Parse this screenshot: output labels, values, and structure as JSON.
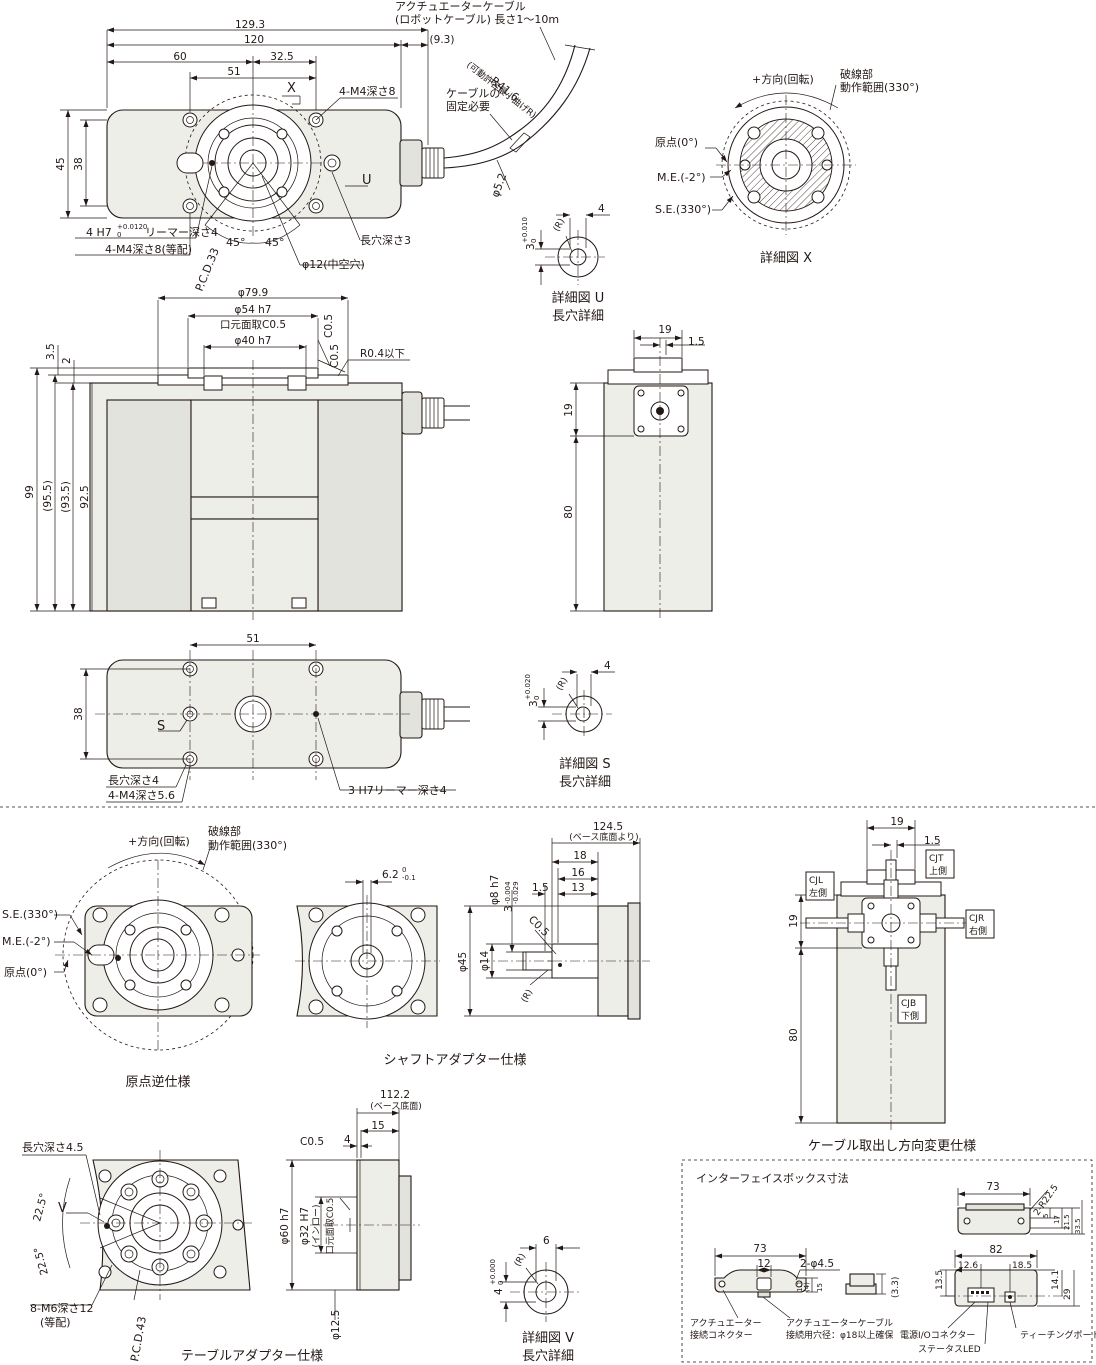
{
  "cable_note": {
    "line1": "アクチュエーターケーブル",
    "line2": "(ロボットケーブル) 長さ1～10m",
    "bend_radius": "R41.6",
    "bend_note": "(可動許容最小曲げR)",
    "fix_note_1": "ケーブルの",
    "fix_note_2": "固定必要",
    "dia": "φ5.2"
  },
  "top_view": {
    "dims": [
      "129.3",
      "120",
      "(9.3)",
      "60",
      "32.5",
      "51",
      "45",
      "38"
    ],
    "marker_x": "X",
    "marker_u": "U",
    "tap1": "4-M4深さ8",
    "reamer_prefix": "4 H7",
    "reamer_tol_upper": "+0.0120",
    "reamer_tol_lower": "0",
    "reamer_suffix": "リーマー深さ4",
    "tap2": "4-M4深さ8(等配)",
    "pcd": "P.C.D.33",
    "angle1": "45°",
    "angle2": "45°",
    "bore": "φ12(中空穴)",
    "slot": "長穴深さ3"
  },
  "detail_u": {
    "tol_base": "3",
    "tol_upper": "+0.010",
    "tol_lower": "0",
    "width": "4",
    "r": "(R)",
    "title": "詳細図 U",
    "subtitle": "長穴詳細"
  },
  "detail_x": {
    "dir": "+方向(回転)",
    "stopper_1": "破線部",
    "stopper_2": "動作範囲(330°)",
    "origin": "原点(0°)",
    "me": "M.E.(-2°)",
    "se": "S.E.(330°)",
    "title": "詳細図 X"
  },
  "front_view": {
    "dims_top": [
      "φ79.9",
      "φ54 h7",
      "口元面取C0.5",
      "φ40 h7",
      "C0.5",
      "C0.5",
      "R0.4以下"
    ],
    "dims_left": [
      "3.5",
      "2",
      "99",
      "(95.5)",
      "(93.5)",
      "92.5"
    ]
  },
  "side_view": {
    "dims": [
      "19",
      "1.5",
      "19",
      "80"
    ]
  },
  "bottom_view": {
    "dims": [
      "51",
      "38"
    ],
    "marker_s": "S",
    "slot": "長穴深さ4",
    "tap": "4-M4深さ5.6",
    "reamer": "3 H7リーマー深さ4"
  },
  "detail_s": {
    "tol_base": "3",
    "tol_upper": "+0.020",
    "tol_lower": "0",
    "width": "4",
    "r": "(R)",
    "title": "詳細図 S",
    "subtitle": "長穴詳細"
  },
  "origin_reverse": {
    "dir": "+方向(回転)",
    "stopper_1": "破線部",
    "stopper_2": "動作範囲(330°)",
    "se": "S.E.(330°)",
    "me": "M.E.(-2°)",
    "origin": "原点(0°)",
    "title": "原点逆仕様"
  },
  "shaft_adapter": {
    "dim_62": "6.2",
    "dim_62_upper": "0",
    "dim_62_lower": "-0.1",
    "title": "シャフトアダプター仕様"
  },
  "shaft_side": {
    "dims": [
      "124.5",
      "(ベース底面より)",
      "18",
      "16",
      "1.5",
      "13"
    ],
    "phi8": "φ8 h7",
    "t3": "3",
    "t3_upper": "-0.004",
    "t3_lower": "-0.029",
    "c05": "C0.5",
    "phi45": "φ45",
    "phi14": "φ14",
    "r": "(R)"
  },
  "cable_dir": {
    "dims": [
      "19",
      "1.5",
      "19",
      "80"
    ],
    "cjt_1": "CJT",
    "cjt_2": "上側",
    "cjl_1": "CJL",
    "cjl_2": "左側",
    "cjr_1": "CJR",
    "cjr_2": "右側",
    "cjb_1": "CJB",
    "cjb_2": "下側",
    "title": "ケーブル取出し方向変更仕様"
  },
  "table_adapter": {
    "slot": "長穴深さ4.5",
    "marker_v": "V",
    "angle1": "22.5°",
    "angle2": "22.5°",
    "tap": "8-M6深さ12",
    "tap_note": "(等配)",
    "pcd": "P.C.D.43",
    "title": "テーブルアダプター仕様"
  },
  "table_side": {
    "dims": [
      "112.2",
      "(ベース底面)",
      "C0.5",
      "4",
      "15"
    ],
    "phi60": "φ60 h7",
    "phi32": "φ32 H7",
    "inlow": "(インロー)",
    "chamfer": "口元面取C0.5",
    "phi125": "φ12.5"
  },
  "detail_v": {
    "tol_base": "4",
    "tol_upper": "+0.000",
    "tol_lower": "0",
    "width": "6",
    "r": "(R)",
    "title": "詳細図 V",
    "subtitle": "長穴詳細"
  },
  "interface_box": {
    "title": "インターフェイスボックス寸法",
    "dims_a": [
      "73",
      "12",
      "2-φ4.5",
      "1.1",
      "(4)",
      "15",
      "(3.3)"
    ],
    "dims_b": [
      "73",
      "2-R22.5",
      "5",
      "17",
      "21.5",
      "33.5",
      "82",
      "12.6",
      "18.5",
      "13.5",
      "14.1",
      "29"
    ],
    "conn": "アクチュエーター",
    "conn_2": "接続コネクター",
    "hole": "アクチュエーターケーブル",
    "hole_2": "接続用穴径：φ18以上確保",
    "power": "電源I/Oコネクター",
    "led": "ステータスLED",
    "teach": "ティーチングポート"
  }
}
